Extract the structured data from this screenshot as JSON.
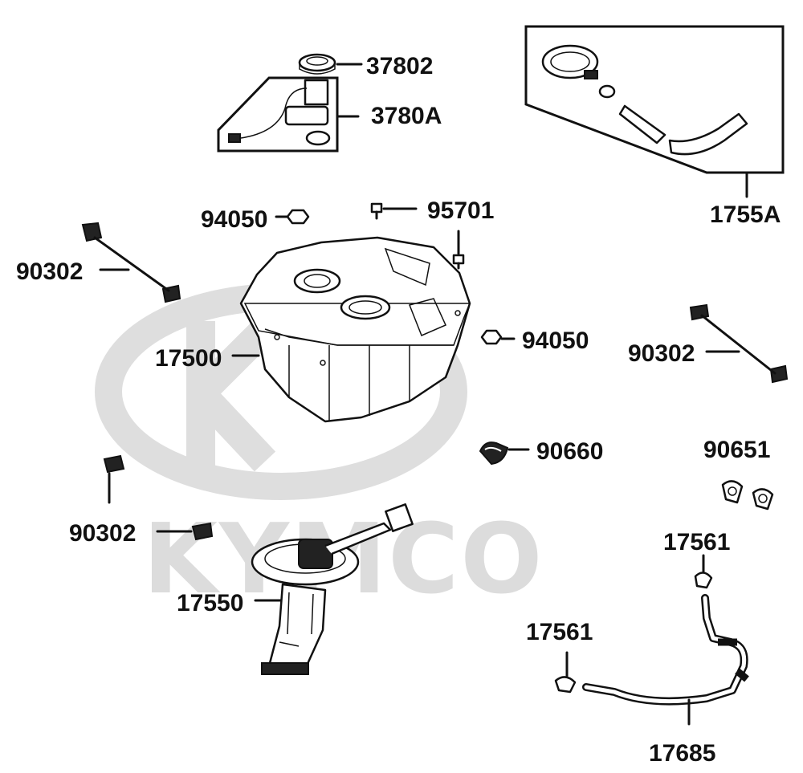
{
  "watermark": {
    "brand": "KYMCO"
  },
  "labels": {
    "p37802": "37802",
    "p3780A": "3780A",
    "p1755A": "1755A",
    "p94050_top": "94050",
    "p95701": "95701",
    "p90302_left_top": "90302",
    "p94050_right": "94050",
    "p17500": "17500",
    "p90302_right": "90302",
    "p90660": "90660",
    "p90651": "90651",
    "p90302_left_bottom": "90302",
    "p17561_top": "17561",
    "p17550": "17550",
    "p17561_bottom": "17561",
    "p17685": "17685"
  },
  "colors": {
    "ink": "#111111",
    "watermark": "#dcdcdc",
    "background": "#ffffff"
  }
}
